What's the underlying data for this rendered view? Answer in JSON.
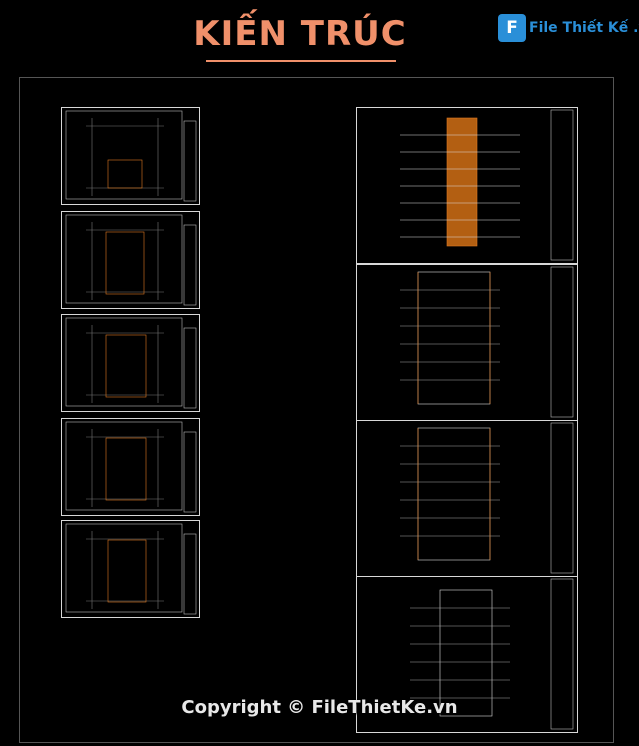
{
  "header": {
    "title": "KIẾN TRÚC"
  },
  "logo": {
    "badge": "F",
    "text": "File Thiết Kế .vn"
  },
  "footer": {
    "copyright": "Copyright © FileThietKe.vn"
  },
  "colors": {
    "title": "#f0906a",
    "accent": "#e07a20",
    "logo": "#2a8fd8",
    "line": "#d8d8d8"
  }
}
